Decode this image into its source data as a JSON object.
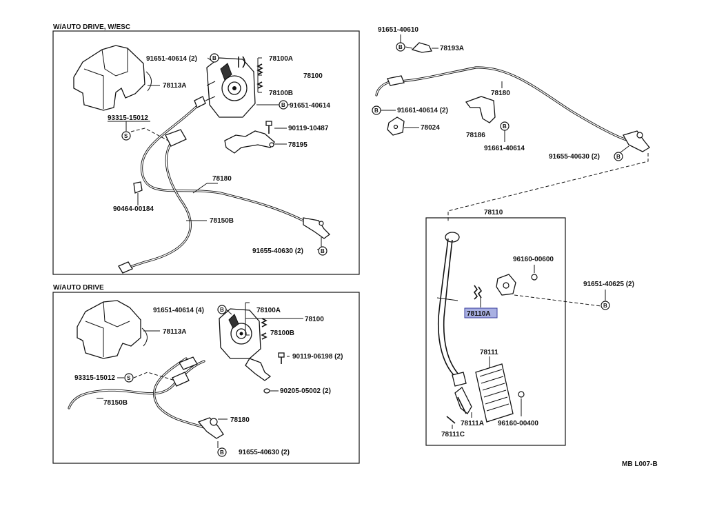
{
  "panels": {
    "top_left_title": "W/AUTO DRIVE, W/ESC",
    "bottom_left_title": "W/AUTO DRIVE"
  },
  "symbols": {
    "bolt": "B",
    "screw": "S"
  },
  "labels": {
    "tl_91651_40614_2": "91651-40614 (2)",
    "tl_78100a": "78100A",
    "tl_78100": "78100",
    "tl_78113a": "78113A",
    "tl_78100b": "78100B",
    "tl_91651_40614": "91651-40614",
    "tl_93315_15012": "93315-15012",
    "tl_90119_10487": "90119-10487",
    "tl_78195": "78195",
    "tl_78180": "78180",
    "tl_90464_00184": "90464-00184",
    "tl_78150b": "78150B",
    "tl_91655_40630_2": "91655-40630 (2)",
    "bl_91651_40614_4": "91651-40614 (4)",
    "bl_78100a": "78100A",
    "bl_78100": "78100",
    "bl_78113a": "78113A",
    "bl_78100b": "78100B",
    "bl_90119_06198_2": "90119-06198 (2)",
    "bl_93315_15012": "93315-15012",
    "bl_78150b": "78150B",
    "bl_90205_05002_2": "90205-05002 (2)",
    "bl_78180": "78180",
    "bl_91655_40630_2": "91655-40630 (2)",
    "r_91651_40610": "91651-40610",
    "r_78193a": "78193A",
    "r_78180": "78180",
    "r_91661_40614_2": "91661-40614 (2)",
    "r_78024": "78024",
    "r_78186": "78186",
    "r_91661_40614": "91661-40614",
    "r_91655_40630_2": "91655-40630 (2)",
    "r_78110": "78110",
    "r_96160_00600": "96160-00600",
    "r_91651_40625_2": "91651-40625 (2)",
    "r_78110a": "78110A",
    "r_78111": "78111",
    "r_78111a": "78111A",
    "r_96160_00400": "96160-00400",
    "r_78111c": "78111C",
    "diagram_code": "MB L007-B"
  },
  "highlight": {
    "part": "78110A",
    "color": "#a9b0e2"
  }
}
